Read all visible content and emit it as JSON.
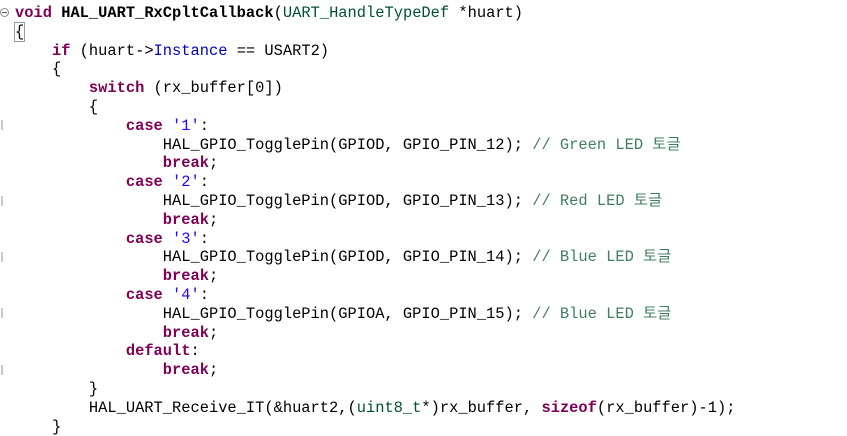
{
  "colors": {
    "keyword": "#7f0055",
    "type": "#005032",
    "member": "#0000c0",
    "string": "#2a00ff",
    "comment": "#3f7f5f"
  },
  "lines": [
    [
      {
        "t": "void",
        "c": "kw"
      },
      {
        "t": " "
      },
      {
        "t": "HAL_UART_RxCpltCallback",
        "c": "fn"
      },
      {
        "t": "("
      },
      {
        "t": "UART_HandleTypeDef",
        "c": "ty"
      },
      {
        "t": " *huart)"
      }
    ],
    [
      {
        "t": "{",
        "c": "brace-hl"
      }
    ],
    [
      {
        "t": "    "
      },
      {
        "t": "if",
        "c": "kw"
      },
      {
        "t": " (huart->"
      },
      {
        "t": "Instance",
        "c": "mem"
      },
      {
        "t": " == USART2)"
      }
    ],
    [
      {
        "t": "    {"
      }
    ],
    [
      {
        "t": "        "
      },
      {
        "t": "switch",
        "c": "kw"
      },
      {
        "t": " (rx_buffer[0])"
      }
    ],
    [
      {
        "t": "        {"
      }
    ],
    [
      {
        "t": "            "
      },
      {
        "t": "case",
        "c": "kw"
      },
      {
        "t": " "
      },
      {
        "t": "'1'",
        "c": "str"
      },
      {
        "t": ":"
      }
    ],
    [
      {
        "t": "                HAL_GPIO_TogglePin(GPIOD, GPIO_PIN_12); "
      },
      {
        "t": "// Green LED 토글",
        "c": "cm"
      }
    ],
    [
      {
        "t": "                "
      },
      {
        "t": "break",
        "c": "kw"
      },
      {
        "t": ";"
      }
    ],
    [
      {
        "t": "            "
      },
      {
        "t": "case",
        "c": "kw"
      },
      {
        "t": " "
      },
      {
        "t": "'2'",
        "c": "str"
      },
      {
        "t": ":"
      }
    ],
    [
      {
        "t": "                HAL_GPIO_TogglePin(GPIOD, GPIO_PIN_13); "
      },
      {
        "t": "// Red LED 토글",
        "c": "cm"
      }
    ],
    [
      {
        "t": "                "
      },
      {
        "t": "break",
        "c": "kw"
      },
      {
        "t": ";"
      }
    ],
    [
      {
        "t": "            "
      },
      {
        "t": "case",
        "c": "kw"
      },
      {
        "t": " "
      },
      {
        "t": "'3'",
        "c": "str"
      },
      {
        "t": ":"
      }
    ],
    [
      {
        "t": "                HAL_GPIO_TogglePin(GPIOD, GPIO_PIN_14); "
      },
      {
        "t": "// Blue LED 토글",
        "c": "cm"
      }
    ],
    [
      {
        "t": "                "
      },
      {
        "t": "break",
        "c": "kw"
      },
      {
        "t": ";"
      }
    ],
    [
      {
        "t": "            "
      },
      {
        "t": "case",
        "c": "kw"
      },
      {
        "t": " "
      },
      {
        "t": "'4'",
        "c": "str"
      },
      {
        "t": ":"
      }
    ],
    [
      {
        "t": "                HAL_GPIO_TogglePin(GPIOA, GPIO_PIN_15); "
      },
      {
        "t": "// Blue LED 토글",
        "c": "cm"
      }
    ],
    [
      {
        "t": "                "
      },
      {
        "t": "break",
        "c": "kw"
      },
      {
        "t": ";"
      }
    ],
    [
      {
        "t": "            "
      },
      {
        "t": "default",
        "c": "kw"
      },
      {
        "t": ":"
      }
    ],
    [
      {
        "t": "                "
      },
      {
        "t": "break",
        "c": "kw"
      },
      {
        "t": ";"
      }
    ],
    [
      {
        "t": "        }"
      }
    ],
    [
      {
        "t": "        HAL_UART_Receive_IT(&huart2,("
      },
      {
        "t": "uint8_t",
        "c": "ty"
      },
      {
        "t": "*)rx_buffer, "
      },
      {
        "t": "sizeof",
        "c": "kw"
      },
      {
        "t": "(rx_buffer)-1);"
      }
    ],
    [
      {
        "t": "    }"
      }
    ]
  ]
}
